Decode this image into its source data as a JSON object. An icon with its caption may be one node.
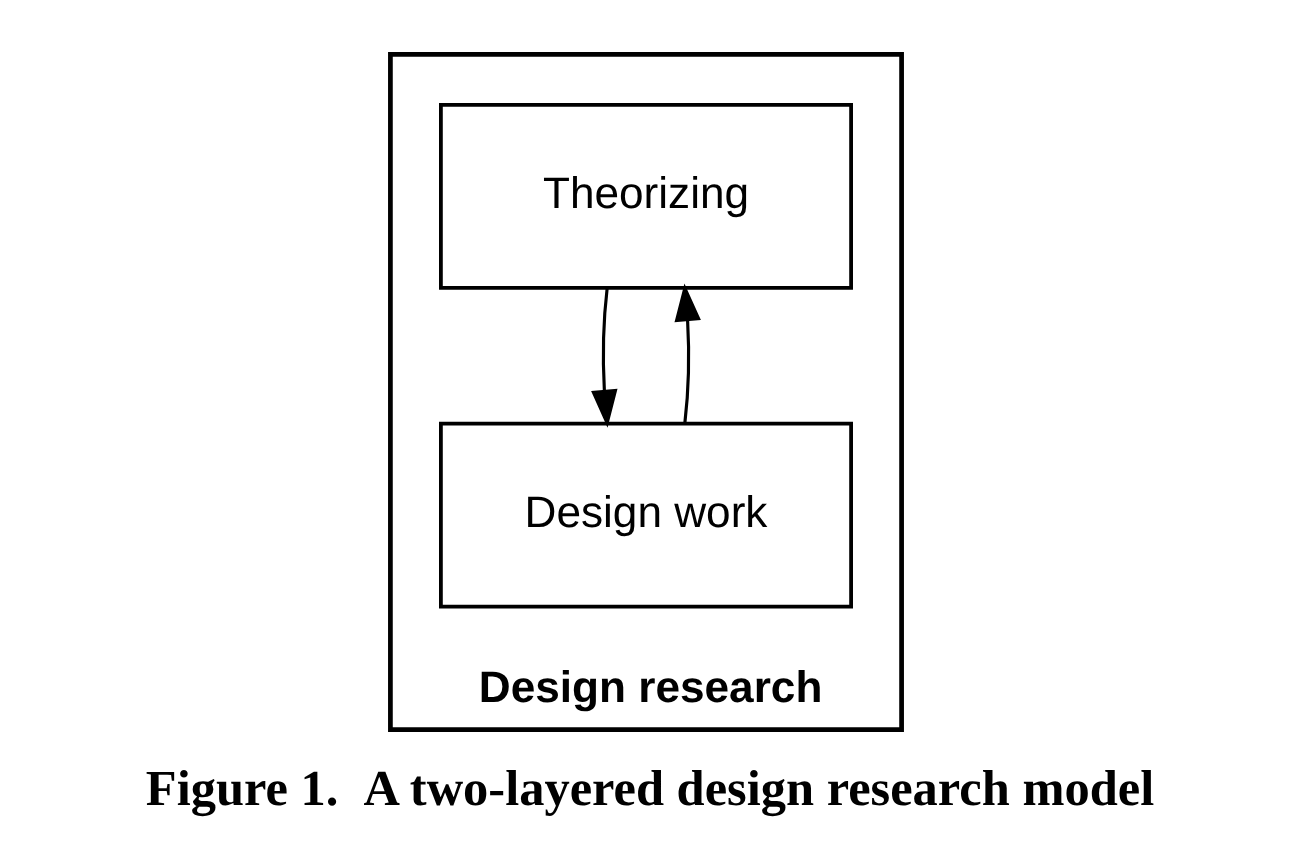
{
  "diagram": {
    "caption": "Figure 1.  A two-layered design research model",
    "nodes": [
      {
        "text": [
          "Design research"
        ]
      },
      {
        "text": [
          "Theorizing"
        ],
        "in": 0
      },
      {
        "text": [
          "Design work"
        ],
        "in": 0
      }
    ],
    "edges": [
      {
        "from": 1,
        "to": 2,
        "arrow": "to"
      },
      {
        "from": 2,
        "to": 1,
        "arrow": "to"
      }
    ]
  }
}
